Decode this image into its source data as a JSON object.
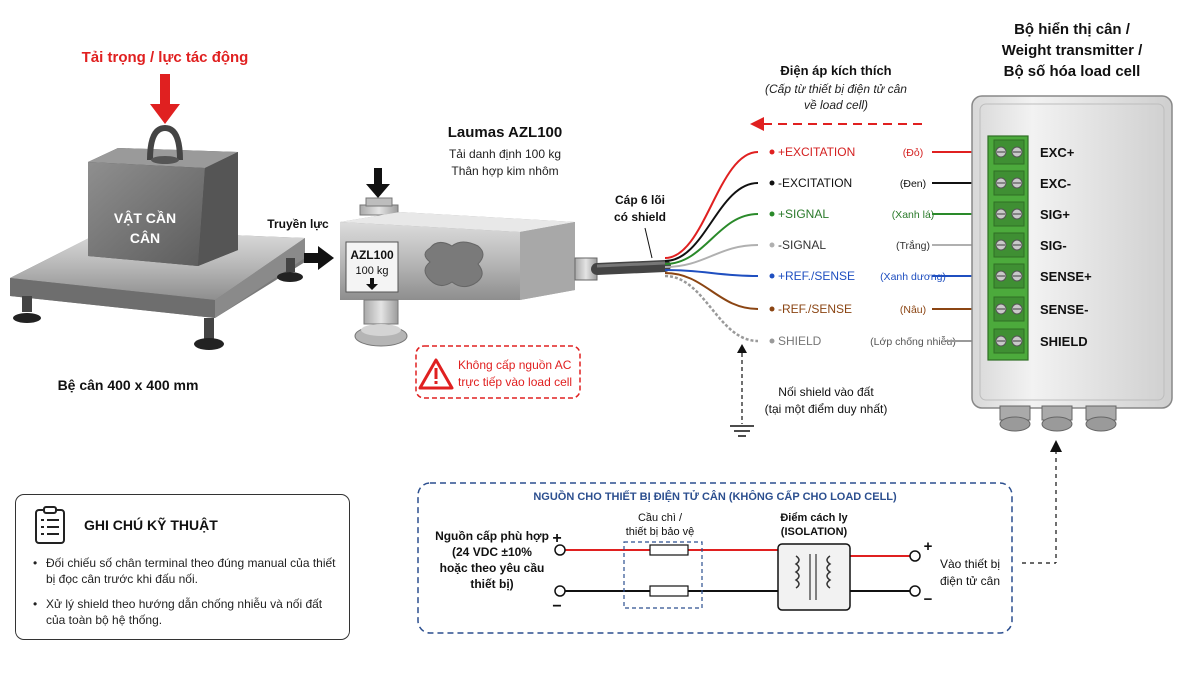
{
  "load": {
    "force_label": "Tải trọng / lực tác động",
    "weight_label_line1": "VẬT CẦN",
    "weight_label_line2": "CÂN",
    "platform_label": "Bệ cân 400 x 400 mm",
    "transfer_label": "Truyền lực"
  },
  "loadcell": {
    "title": "Laumas AZL100",
    "spec_line1": "Tải danh định 100 kg",
    "spec_line2": "Thân hợp kim nhôm",
    "plate_model": "AZL100",
    "plate_capacity": "100 kg",
    "warning_line1": "Không cấp nguồn AC",
    "warning_line2": "trực tiếp vào load cell"
  },
  "cable": {
    "label_line1": "Cáp 6 lõi",
    "label_line2": "có shield"
  },
  "excitation": {
    "title": "Điện áp kích thích",
    "subtitle_line1": "(Cấp từ thiết bị điện tử cân",
    "subtitle_line2": "về load cell)"
  },
  "wires": [
    {
      "name": "+EXCITATION",
      "color_name": "(Đỏ)",
      "color": "#e02020",
      "text_color": "#d42020",
      "note_color": "#d42020"
    },
    {
      "name": "-EXCITATION",
      "color_name": "(Đen)",
      "color": "#111111",
      "text_color": "#111111",
      "note_color": "#111111"
    },
    {
      "name": "+SIGNAL",
      "color_name": "(Xanh lá)",
      "color": "#2a8a2a",
      "text_color": "#2a7a2a",
      "note_color": "#2a7a2a"
    },
    {
      "name": "-SIGNAL",
      "color_name": "(Trắng)",
      "color": "#b0b0b0",
      "text_color": "#333333",
      "note_color": "#333333"
    },
    {
      "name": "+REF./SENSE",
      "color_name": "(Xanh dương)",
      "color": "#1f4fc0",
      "text_color": "#1f4fc0",
      "note_color": "#1f4fc0"
    },
    {
      "name": "-REF./SENSE",
      "color_name": "(Nâu)",
      "color": "#8b4513",
      "text_color": "#8b4513",
      "note_color": "#8b4513"
    },
    {
      "name": "SHIELD",
      "color_name": "(Lớp chống nhiễu)",
      "color": "#9a9a9a",
      "text_color": "#777777",
      "note_color": "#555555"
    }
  ],
  "shield_ground": {
    "line1": "Nối shield vào đất",
    "line2": "(tại một điểm duy nhất)"
  },
  "transmitter": {
    "title_line1": "Bộ hiển thị cân /",
    "title_line2": "Weight transmitter /",
    "title_line3": "Bộ số hóa load cell",
    "terminals": [
      "EXC+",
      "EXC-",
      "SIG+",
      "SIG-",
      "SENSE+",
      "SENSE-",
      "SHIELD"
    ]
  },
  "notes": {
    "title": "GHI CHÚ KỸ THUẬT",
    "items": [
      "Đối chiếu số chân terminal theo đúng manual của thiết bị đọc cân trước khi đấu nối.",
      "Xử lý shield theo hướng dẫn chống nhiễu và nối đất của toàn bộ hệ thống."
    ]
  },
  "power": {
    "title": "NGUỒN CHO THIẾT BỊ ĐIỆN TỬ CÂN (KHÔNG CẤP CHO LOAD CELL)",
    "source_line1": "Nguồn cấp phù hợp",
    "source_line2": "(24 VDC ±10%",
    "source_line3": "hoặc theo yêu cầu",
    "source_line4": "thiết bị)",
    "fuse_line1": "Cầu chì /",
    "fuse_line2": "thiết bị bảo vệ",
    "iso_line1": "Điểm cách ly",
    "iso_line2": "(ISOLATION)",
    "out_line1": "Vào thiết bị",
    "out_line2": "điện tử cân",
    "plus": "+",
    "minus": "−"
  },
  "colors": {
    "red": "#e02020",
    "dashed_blue": "#2c4f8f",
    "terminal_green": "#4caa3c"
  }
}
